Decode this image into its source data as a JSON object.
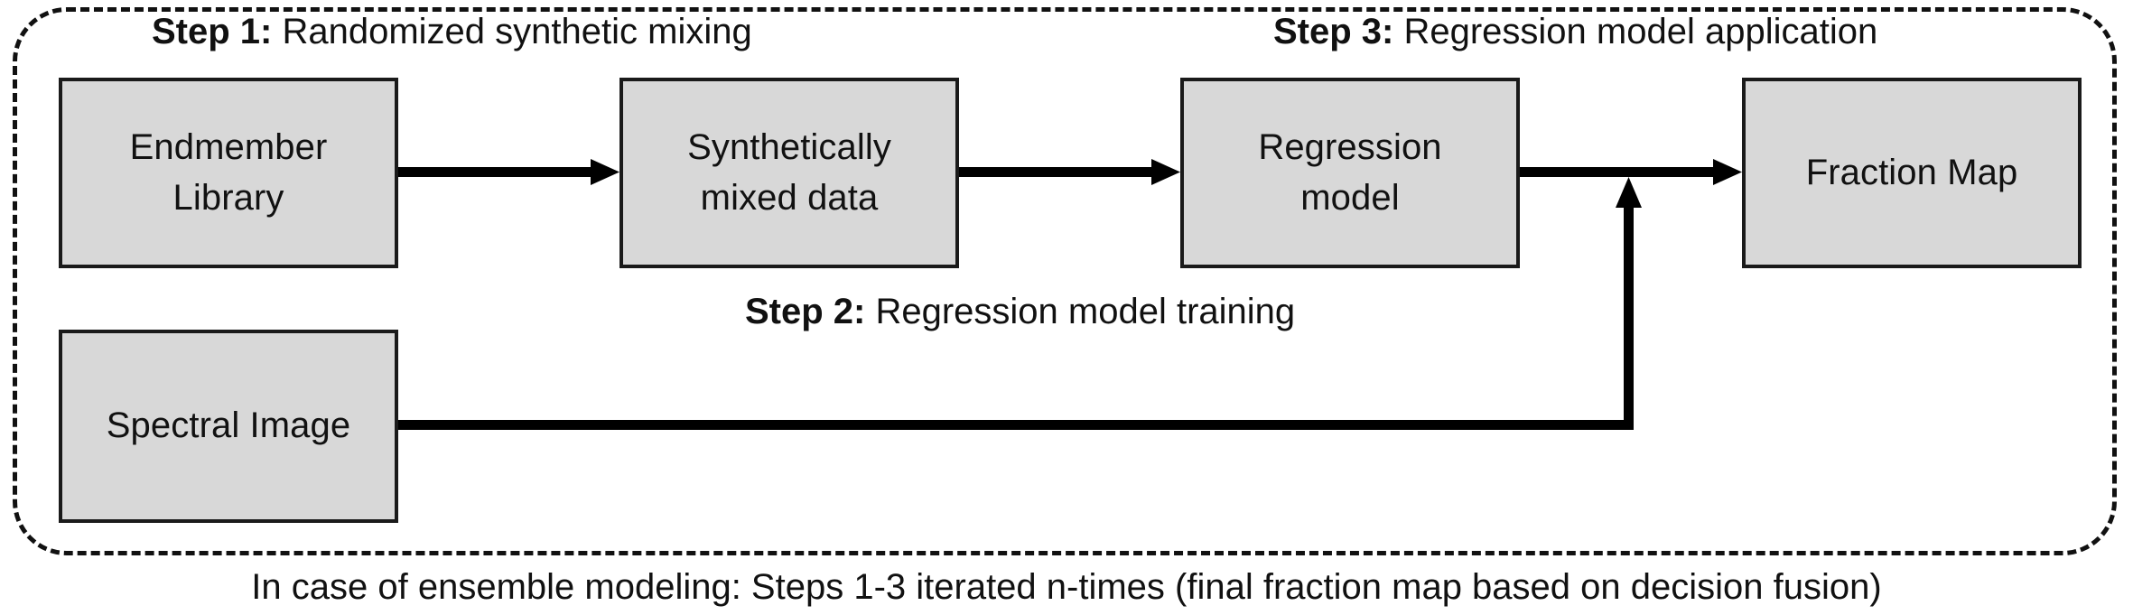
{
  "diagram": {
    "title_steps": {
      "step1": {
        "bold": "Step 1:",
        "rest": " Randomized synthetic mixing"
      },
      "step2": {
        "bold": "Step 2:",
        "rest": " Regression model training"
      },
      "step3": {
        "bold": "Step 3:",
        "rest": " Regression model application"
      }
    },
    "nodes": [
      {
        "id": "endmember",
        "line1": "Endmember",
        "line2": "Library"
      },
      {
        "id": "synthetic",
        "line1": "Synthetically",
        "line2": "mixed data"
      },
      {
        "id": "regression",
        "line1": "Regression",
        "line2": "model"
      },
      {
        "id": "fraction",
        "line1": "Fraction Map",
        "line2": ""
      },
      {
        "id": "spectral",
        "line1": "Spectral Image",
        "line2": ""
      }
    ],
    "caption": "In case of ensemble modeling: Steps 1-3 iterated n-times (final fraction map based on decision fusion)",
    "colors": {
      "box_fill": "#d8d8d8",
      "box_stroke": "#1a1a1a",
      "connector": "#000000",
      "text": "#111111",
      "background": "#ffffff",
      "container_border": "#111111"
    },
    "connectors": [
      {
        "from": "endmember",
        "to": "synthetic",
        "type": "arrow-right"
      },
      {
        "from": "synthetic",
        "to": "regression",
        "type": "arrow-right"
      },
      {
        "from": "regression",
        "to": "fraction",
        "type": "arrow-right"
      },
      {
        "from": "spectral",
        "to": "regression-output-line",
        "type": "elbow-up-join"
      }
    ]
  }
}
